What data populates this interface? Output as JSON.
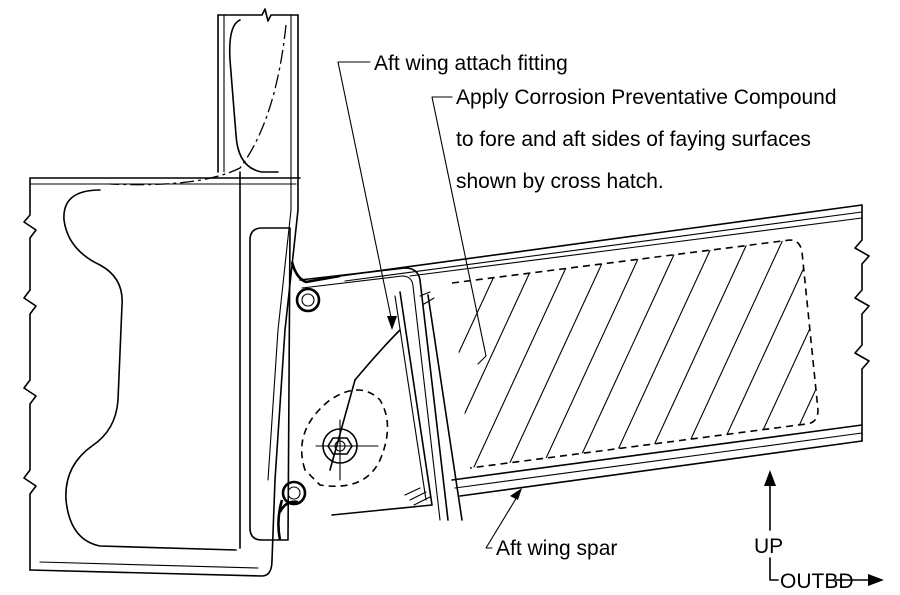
{
  "callouts": {
    "fitting": "Aft wing attach fitting",
    "compound_line1": "Apply Corrosion Preventative Compound",
    "compound_line2": "to fore and aft sides of faying surfaces",
    "compound_line3": "shown by cross hatch.",
    "spar": "Aft wing spar"
  },
  "orientation": {
    "up": "UP",
    "outboard": "OUTBD"
  }
}
